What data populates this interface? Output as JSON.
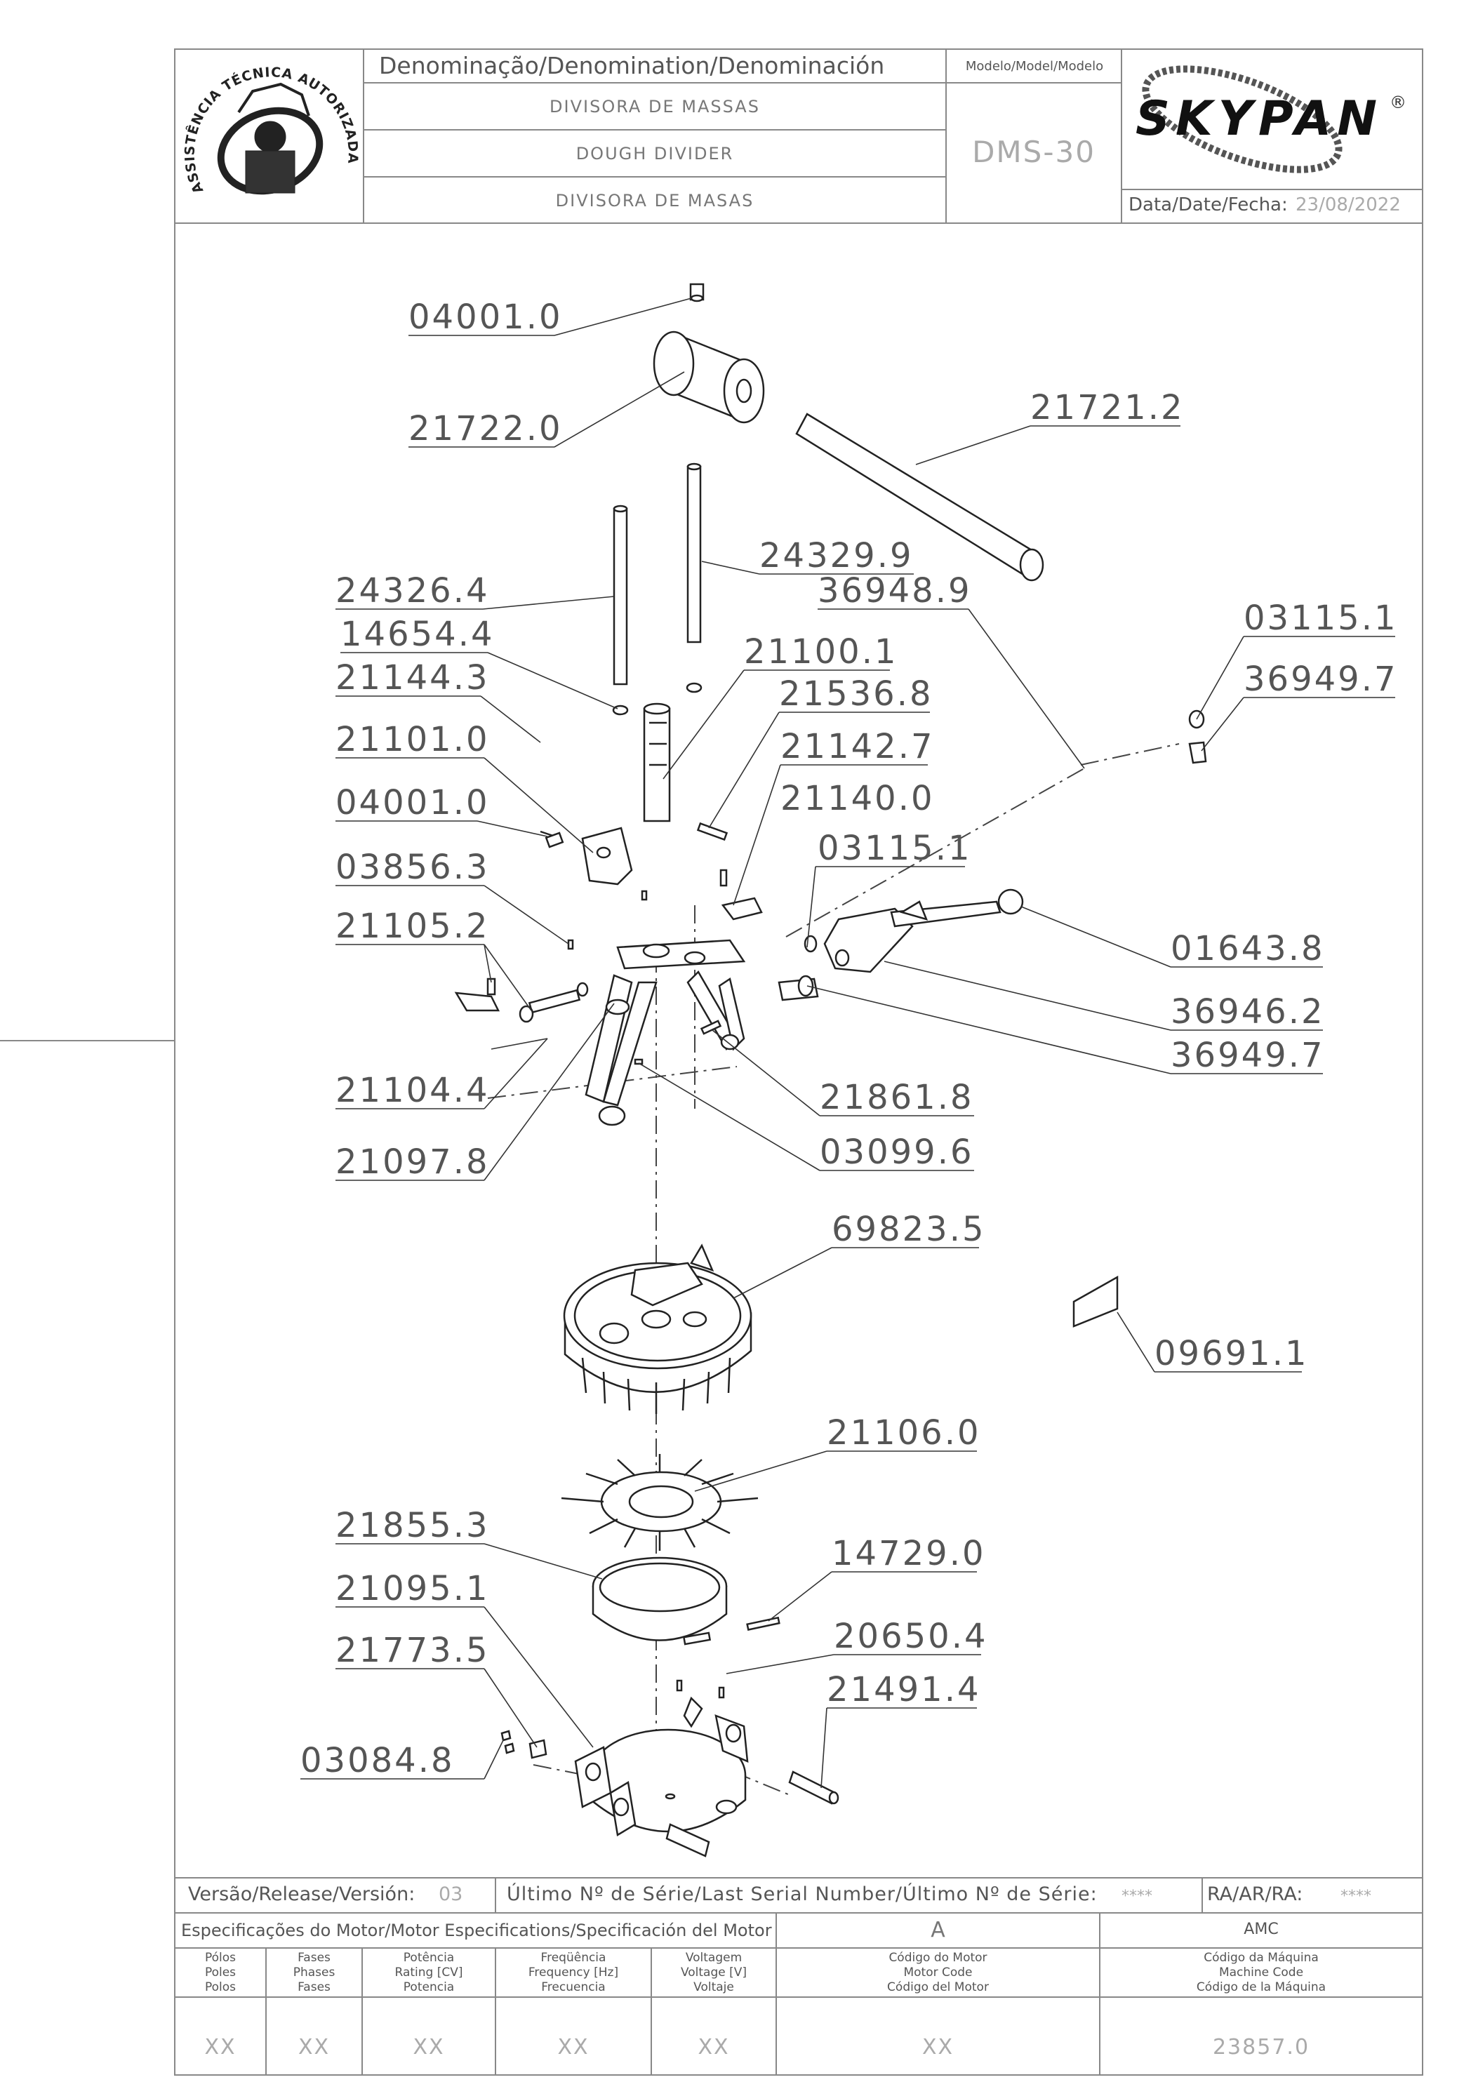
{
  "header": {
    "denomination_label": "Denominação/Denomination/Denominación",
    "name_pt": "DIVISORA DE MASSAS",
    "name_en": "DOUGH DIVIDER",
    "name_es": "DIVISORA DE MASAS",
    "model_label": "Modelo/Model/Modelo",
    "model_value": "DMS-30",
    "brand": "SKYPAN",
    "brand_mark": "®",
    "date_label": "Data/Date/Fecha:",
    "date_value": "23/08/2022",
    "seal_text": "ASSISTÊNCIA TÉCNICA AUTORIZADA"
  },
  "parts": [
    {
      "code": "04001.0"
    },
    {
      "code": "21722.0"
    },
    {
      "code": "21721.2"
    },
    {
      "code": "24329.9"
    },
    {
      "code": "24326.4"
    },
    {
      "code": "36948.9"
    },
    {
      "code": "14654.4"
    },
    {
      "code": "21100.1"
    },
    {
      "code": "21144.3"
    },
    {
      "code": "21536.8"
    },
    {
      "code": "21101.0"
    },
    {
      "code": "21142.7"
    },
    {
      "code": "04001.0"
    },
    {
      "code": "21140.0"
    },
    {
      "code": "03856.3"
    },
    {
      "code": "03115.1"
    },
    {
      "code": "21105.2"
    },
    {
      "code": "03115.1"
    },
    {
      "code": "36949.7"
    },
    {
      "code": "01643.8"
    },
    {
      "code": "36946.2"
    },
    {
      "code": "36949.7"
    },
    {
      "code": "21104.4"
    },
    {
      "code": "21861.8"
    },
    {
      "code": "21097.8"
    },
    {
      "code": "03099.6"
    },
    {
      "code": "69823.5"
    },
    {
      "code": "09691.1"
    },
    {
      "code": "21106.0"
    },
    {
      "code": "21855.3"
    },
    {
      "code": "14729.0"
    },
    {
      "code": "21095.1"
    },
    {
      "code": "20650.4"
    },
    {
      "code": "21773.5"
    },
    {
      "code": "21491.4"
    },
    {
      "code": "03084.8"
    }
  ],
  "footer": {
    "version_label": "Versão/Release/Versión:",
    "version_value": "03",
    "serial_label": "Último Nº de Série/Last Serial Number/Último Nº de Série:",
    "serial_value": "****",
    "ra_label": "RA/AR/RA:",
    "ra_value": "****",
    "motor_spec_label": "Especificações do Motor/Motor Especifications/Specificación del Motor",
    "motor_spec_value": "A",
    "amc_label": "AMC",
    "columns": [
      {
        "lines": [
          "Pólos",
          "Poles",
          "Polos"
        ],
        "value": "XX"
      },
      {
        "lines": [
          "Fases",
          "Phases",
          "Fases"
        ],
        "value": "XX"
      },
      {
        "lines": [
          "Potência",
          "Rating [CV]",
          "Potencia"
        ],
        "value": "XX"
      },
      {
        "lines": [
          "Freqüência",
          "Frequency [Hz]",
          "Frecuencia"
        ],
        "value": "XX"
      },
      {
        "lines": [
          "Voltagem",
          "Voltage [V]",
          "Voltaje"
        ],
        "value": "XX"
      },
      {
        "lines": [
          "Código do Motor",
          "Motor Code",
          "Código del Motor"
        ],
        "value": "XX"
      },
      {
        "lines": [
          "Código da Máquina",
          "Machine Code",
          "Código de la Máquina"
        ],
        "value": "23857.0"
      }
    ]
  }
}
